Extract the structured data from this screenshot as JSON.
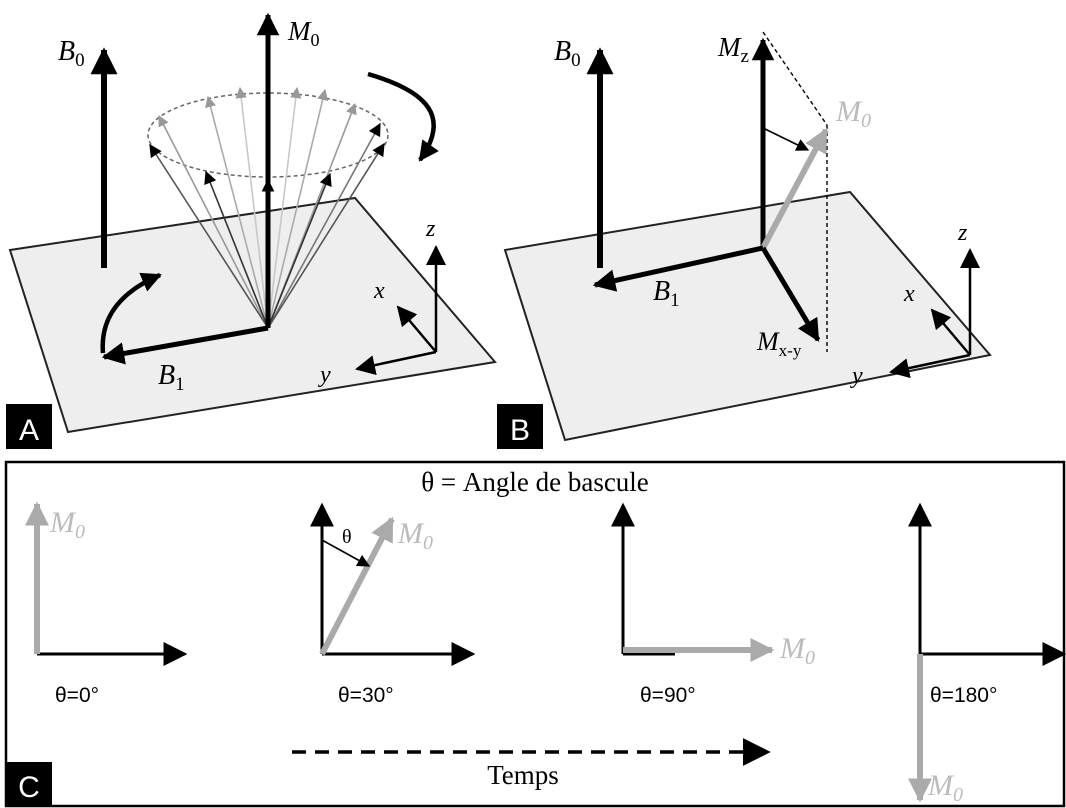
{
  "colors": {
    "black": "#000000",
    "gray": "#aaaaaa",
    "plane": "#eeeeee",
    "ghost": "#bbbbbb"
  },
  "panel_a": {
    "badge": "A",
    "b0": "B",
    "b0_sub": "0",
    "m0": "M",
    "m0_sub": "0",
    "b1": "B",
    "b1_sub": "1",
    "axis_x": "x",
    "axis_y": "y",
    "axis_z": "z"
  },
  "panel_b": {
    "badge": "B",
    "b0": "B",
    "b0_sub": "0",
    "mz": "M",
    "mz_sub": "z",
    "m0": "M",
    "m0_sub": "0",
    "b1": "B",
    "b1_sub": "1",
    "mxy": "M",
    "mxy_sub": "x-y",
    "axis_x": "x",
    "axis_y": "y",
    "axis_z": "z"
  },
  "panel_c": {
    "badge": "C",
    "title": "θ = Angle de bascule",
    "theta_symbol": "θ",
    "m0": "M",
    "m0_sub": "0",
    "labels": [
      "θ=0°",
      "θ=30°",
      "θ=90°",
      "θ=180°"
    ],
    "time_label": "Temps"
  }
}
